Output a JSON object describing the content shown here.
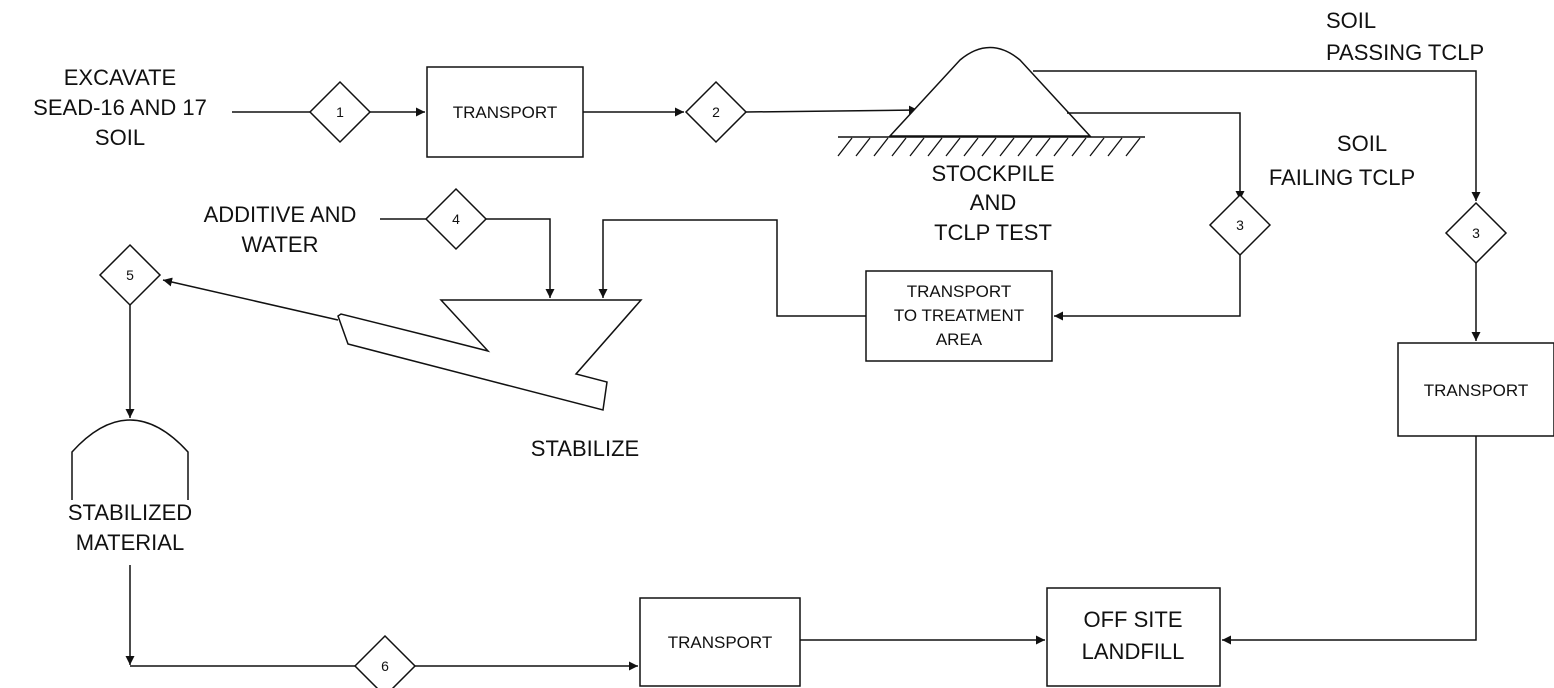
{
  "labels": {
    "excavate": [
      "EXCAVATE",
      "SEAD-16 AND 17",
      "SOIL"
    ],
    "stockpile": [
      "STOCKPILE",
      "AND",
      "TCLP TEST"
    ],
    "soil_passing": [
      "SOIL",
      "PASSING TCLP"
    ],
    "soil_failing": [
      "SOIL",
      "FAILING TCLP"
    ],
    "additive": [
      "ADDITIVE AND",
      "WATER"
    ],
    "stabilize": "STABILIZE",
    "stabilized_material": [
      "STABILIZED",
      "MATERIAL"
    ]
  },
  "boxes": {
    "transport_1": "TRANSPORT",
    "transport_treatment": [
      "TRANSPORT",
      "TO TREATMENT",
      "AREA"
    ],
    "transport_right": "TRANSPORT",
    "transport_bottom": "TRANSPORT",
    "landfill": [
      "OFF SITE",
      "LANDFILL"
    ]
  },
  "diamonds": {
    "d1": "1",
    "d2": "2",
    "d3_left": "3",
    "d3_right": "3",
    "d4": "4",
    "d5": "5",
    "d6": "6"
  },
  "colors": {
    "ink": "#111111",
    "background": "#ffffff"
  }
}
